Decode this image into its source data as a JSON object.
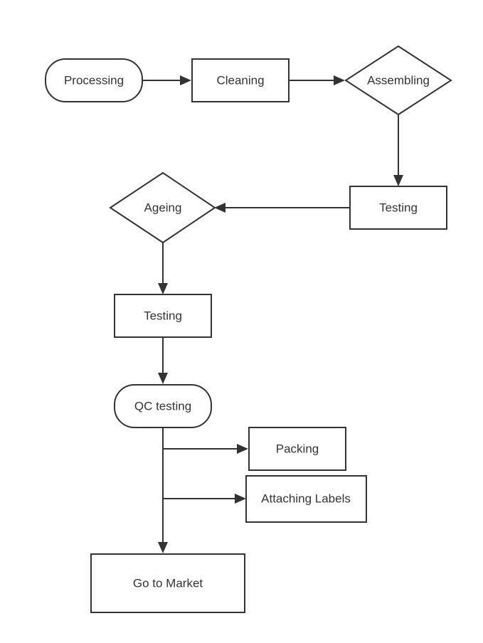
{
  "diagram": {
    "nodes": {
      "processing": "Processing",
      "cleaning": "Cleaning",
      "assembling": "Assembling",
      "testing_1": "Testing",
      "ageing": "Ageing",
      "testing_2": "Testing",
      "qc_testing": "QC testing",
      "packing": "Packing",
      "attaching_labels": "Attaching Labels",
      "go_to_market": "Go to Market"
    },
    "node_shapes": {
      "processing": "terminator",
      "cleaning": "process",
      "assembling": "decision",
      "testing_1": "process",
      "ageing": "decision",
      "testing_2": "process",
      "qc_testing": "terminator",
      "packing": "process",
      "attaching_labels": "process",
      "go_to_market": "process"
    },
    "edges": [
      {
        "from": "processing",
        "to": "cleaning"
      },
      {
        "from": "cleaning",
        "to": "assembling"
      },
      {
        "from": "assembling",
        "to": "testing_1"
      },
      {
        "from": "testing_1",
        "to": "ageing"
      },
      {
        "from": "ageing",
        "to": "testing_2"
      },
      {
        "from": "testing_2",
        "to": "qc_testing"
      },
      {
        "from": "qc_testing",
        "to": "packing"
      },
      {
        "from": "qc_testing",
        "to": "attaching_labels"
      },
      {
        "from": "qc_testing",
        "to": "go_to_market"
      }
    ],
    "colors": {
      "stroke": "#333333",
      "fill": "#ffffff",
      "text": "#333333"
    }
  }
}
